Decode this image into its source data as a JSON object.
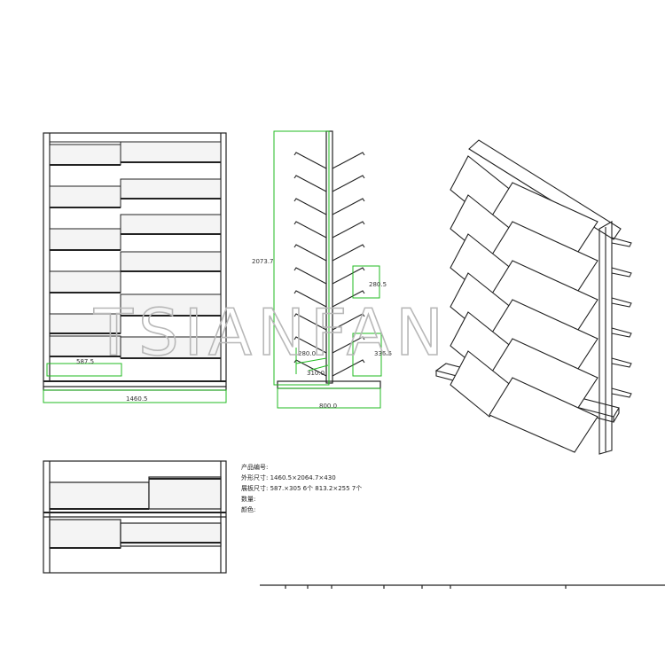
{
  "watermark": "TSIANFAN",
  "colors": {
    "dimension": "#22bb22",
    "line": "#222222",
    "shelf": "#f2f2f2"
  },
  "front_view": {
    "dim_panel_width": "587.5",
    "dim_overall_width": "1460.5"
  },
  "side_view": {
    "dim_height": "2073.7",
    "dim_pitch": "280.5",
    "dim_bottom_pitch": "336.5",
    "dim_arm_a": "280.0",
    "dim_arm_b": "310.0",
    "dim_depth": "800.0"
  },
  "spec_notes": {
    "product_no": "产品编号:",
    "overall_size": "外形尺寸: 1460.5×2064.7×430",
    "panel_size": "展板尺寸: 587.×305 6个 813.2×255 7个",
    "quantity": "数量:",
    "color": "颜色:"
  }
}
